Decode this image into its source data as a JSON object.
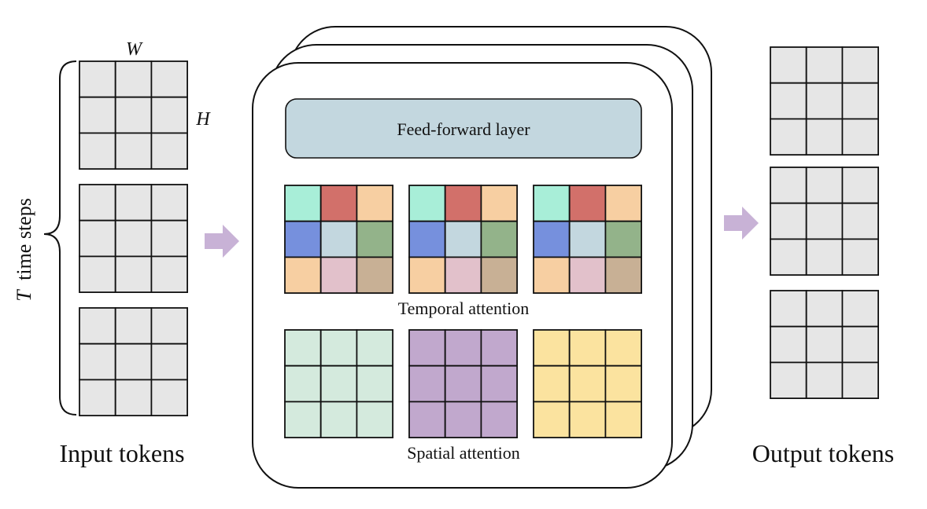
{
  "labels": {
    "width_symbol": "W",
    "height_symbol": "H",
    "time_symbol": "T",
    "time_suffix": "time steps",
    "input_caption": "Input tokens",
    "output_caption": "Output tokens",
    "feed_forward": "Feed-forward layer",
    "temporal_attention": "Temporal attention",
    "spatial_attention": "Spatial attention"
  },
  "colors": {
    "token_cell": "#e6e6e6",
    "feed_forward_fill": "#c3d7df",
    "arrow": "#c8b2d6",
    "temporal_cells": [
      "#a8eed8",
      "#d2706a",
      "#f7cfa2",
      "#7690dd",
      "#c3d7df",
      "#93b38a",
      "#f7cfa2",
      "#e2c1cb",
      "#c8b095"
    ],
    "spatial_fills": [
      "#d4eadd",
      "#c1a8cd",
      "#fbe39f"
    ]
  }
}
